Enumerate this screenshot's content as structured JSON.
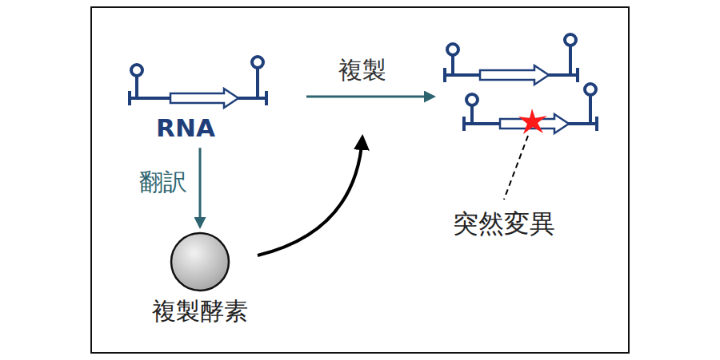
{
  "diagram": {
    "nodes": [
      {
        "text": [
          "RNA"
        ]
      },
      {
        "text": [
          "複製酵素"
        ]
      }
    ],
    "edges": [
      {
        "from": 0,
        "to": 1,
        "arrow": "to",
        "label": "翻訳"
      }
    ],
    "labels": [
      "複製",
      "突然変異"
    ]
  }
}
